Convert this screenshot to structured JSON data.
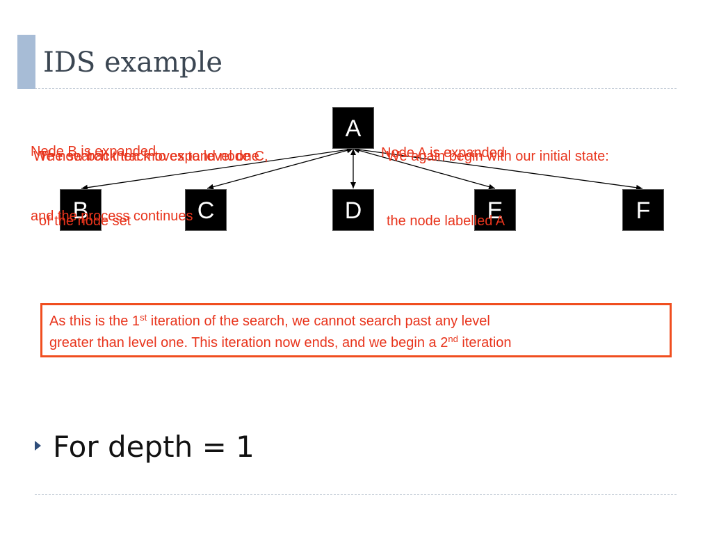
{
  "slide": {
    "title": "IDS example",
    "bullet": "For depth = 1"
  },
  "colors": {
    "accent_bar": "#a7bcd6",
    "title_text": "#3b4652",
    "callout_text": "#e8341c",
    "box_border": "#f04e1f",
    "node_fill": "#000000",
    "node_text": "#ffffff"
  },
  "tree": {
    "root": "A",
    "children": [
      "B",
      "C",
      "D",
      "E",
      "F"
    ]
  },
  "callouts": {
    "left": [
      {
        "line1": "Node B is expanded",
        "line2": "and the process continues"
      },
      {
        "line1": "We now back track to expand node C,",
        "line2": ""
      },
      {
        "line1": "The search then moves to level one",
        "line2": "of the node set"
      }
    ],
    "right": [
      {
        "line1": "Node A is expanded",
        "line2": ""
      },
      {
        "line1": "We again begin with our initial state:",
        "line2": "the node labelled A"
      }
    ]
  },
  "note": {
    "line1_pre": "As this is the 1",
    "line1_sup": "st",
    "line1_post": " iteration of the search, we cannot search past any level",
    "line2_pre": "greater than level one. This iteration now ends, and we begin a 2",
    "line2_sup": "nd",
    "line2_post": " iteration"
  }
}
